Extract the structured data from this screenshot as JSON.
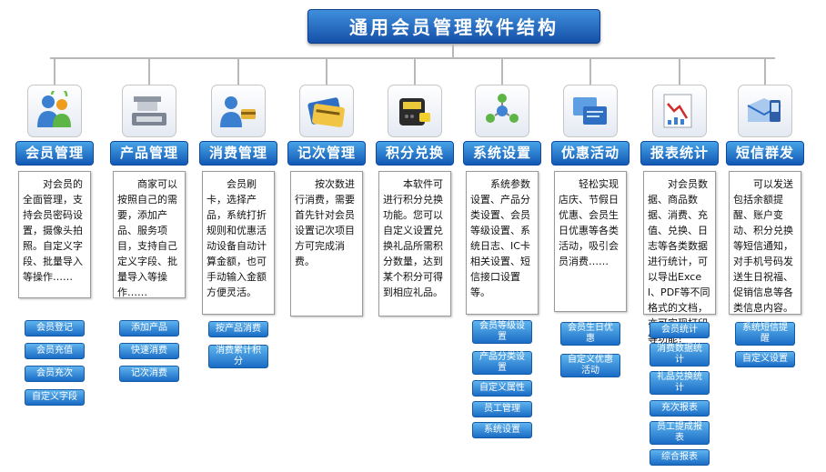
{
  "title": "通用会员管理软件结构",
  "modules": [
    {
      "name": "会员管理",
      "icon": "member-icon",
      "desc": "对会员的全面管理，支持会员密码设置，摄像头拍照。自定义字段、批量导入等操作……",
      "subs": [
        "会员登记",
        "会员充值",
        "会员充次",
        "自定义字段"
      ]
    },
    {
      "name": "产品管理",
      "icon": "product-icon",
      "desc": "商家可以按照自己的需要，添加产品、服务项目，支持自己定义字段、批量导入等操作……",
      "subs": [
        "添加产品",
        "快速消费",
        "记次消费"
      ]
    },
    {
      "name": "消费管理",
      "icon": "consumption-icon",
      "desc": "会员刷卡，选择产品，系统打折规则和优惠活动设备自动计算金额，也可手动输入金额方便灵活。",
      "subs": [
        "按产品消费",
        "消费累计积分"
      ]
    },
    {
      "name": "记次管理",
      "icon": "count-card-icon",
      "desc": "按次数进行消费，需要首先针对会员设置记次项目方可完成消费。",
      "subs": []
    },
    {
      "name": "积分兑换",
      "icon": "points-exchange-icon",
      "desc": "本软件可进行积分兑换功能。您可以自定义设置兑换礼品所需积分数量，达到某个积分可得到相应礼品。",
      "subs": []
    },
    {
      "name": "系统设置",
      "icon": "system-settings-icon",
      "desc": "系统参数设置、产品分类设置、会员等级设置、系统日志、IC卡相关设置、短信接口设置等。",
      "subs": [
        "会员等级设置",
        "产品分类设置",
        "自定义属性",
        "员工管理",
        "系统设置"
      ]
    },
    {
      "name": "优惠活动",
      "icon": "promotion-icon",
      "desc": "轻松实现店庆、节假日优惠、会员生日优惠等各类活动，吸引会员消费……",
      "subs": [
        "会员生日优惠",
        "自定义优惠活动"
      ]
    },
    {
      "name": "报表统计",
      "icon": "report-icon",
      "desc": "对会员数据、商品数据、消费、充值、兑换、日志等各类数据进行统计，可以导出Excel、PDF等不同格式的文档，亦可实现打印等功能！",
      "subs": [
        "会员统计",
        "消费数据统计",
        "礼品兑换统计",
        "充次报表",
        "员工提成报表",
        "综合报表"
      ]
    },
    {
      "name": "短信群发",
      "icon": "sms-icon",
      "desc": "可以发送包括余额提醒、账户变动、积分兑换等短信通知，对手机号码发送生日祝福、促销信息等各类信息内容。",
      "subs": [
        "系统短信提醒",
        "自定义设置"
      ]
    }
  ]
}
